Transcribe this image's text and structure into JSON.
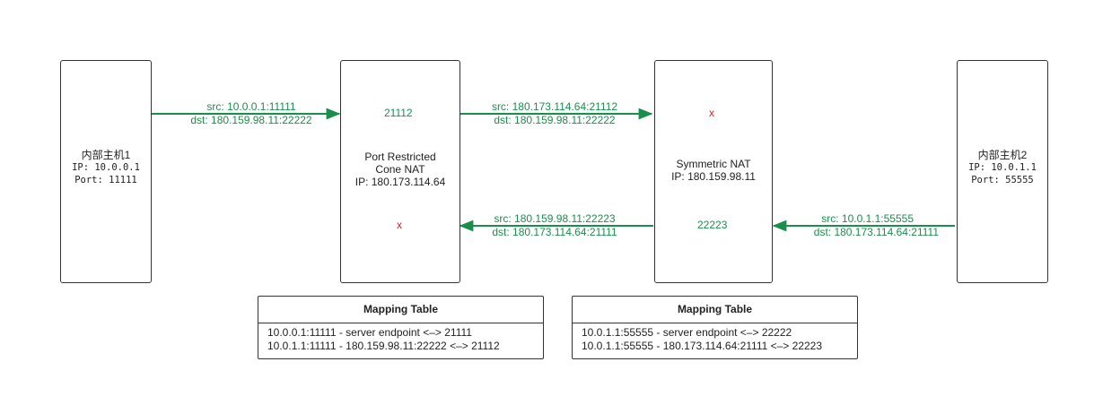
{
  "colors": {
    "ok": "#1a8f4c",
    "blocked": "#e11b1b",
    "border": "#333333"
  },
  "hosts": {
    "host1": {
      "name": "内部主机1",
      "ip": "IP: 10.0.0.1",
      "port": "Port: 11111"
    },
    "host2": {
      "name": "内部主机2",
      "ip": "IP: 10.0.1.1",
      "port": "Port: 55555"
    }
  },
  "nats": {
    "nat1": {
      "line1": "Port Restricted",
      "line2": "Cone NAT",
      "ip": "IP: 180.173.114.64"
    },
    "nat2": {
      "line1": "Symmetric NAT",
      "ip": "IP: 180.159.98.11"
    }
  },
  "flows": {
    "out1": {
      "src": "src: 10.0.0.1:11111",
      "dst": "dst: 180.159.98.11:22222"
    },
    "out1_mapped_port": "21112",
    "out2": {
      "src": "src: 180.173.114.64:21112",
      "dst": "dst: 180.159.98.11:22222"
    },
    "out2_block": "x",
    "in1": {
      "src": "src: 10.0.1.1:55555",
      "dst": "dst: 180.173.114.64:21111"
    },
    "in1_mapped_port": "22223",
    "in2": {
      "src": "src: 180.159.98.11:22223",
      "dst": "dst: 180.173.114.64:21111"
    },
    "in2_block": "x"
  },
  "tables": {
    "left": {
      "title": "Mapping Table",
      "rows": [
        "10.0.0.1:11111 - server endpoint <–> 21111",
        "10.0.1.1:11111 - 180.159.98.11:22222 <–> 21112"
      ]
    },
    "right": {
      "title": "Mapping Table",
      "rows": [
        "10.0.1.1:55555 - server endpoint <–> 22222",
        "10.0.1.1:55555 - 180.173.114.64:21111 <–> 22223"
      ]
    }
  }
}
